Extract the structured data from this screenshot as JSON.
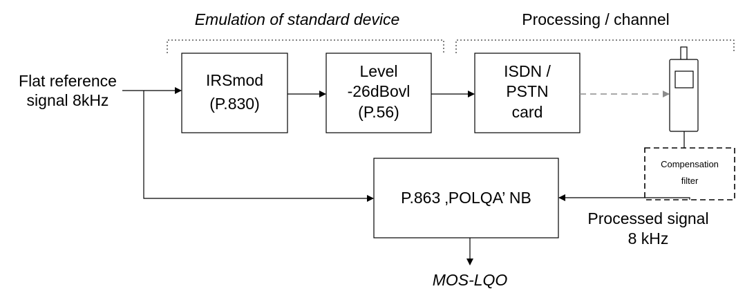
{
  "groups": {
    "emulation": "Emulation of standard device",
    "processing": "Processing / channel"
  },
  "input": {
    "line1": "Flat reference",
    "line2": "signal 8kHz"
  },
  "blocks": {
    "irsmod": {
      "line1": "IRSmod",
      "line2": "(P.830)"
    },
    "level": {
      "line1": "Level",
      "line2": "-26dBovl",
      "line3": "(P.56)"
    },
    "isdn": {
      "line1": "ISDN /",
      "line2": "PSTN",
      "line3": "card"
    },
    "compensation": {
      "line1": "Compensation",
      "line2": "filter"
    },
    "polqa": {
      "label": "P.863 ‚POLQA’ NB"
    }
  },
  "processed": {
    "line1": "Processed signal",
    "line2": "8 kHz"
  },
  "output": {
    "label": "MOS-LQO"
  }
}
